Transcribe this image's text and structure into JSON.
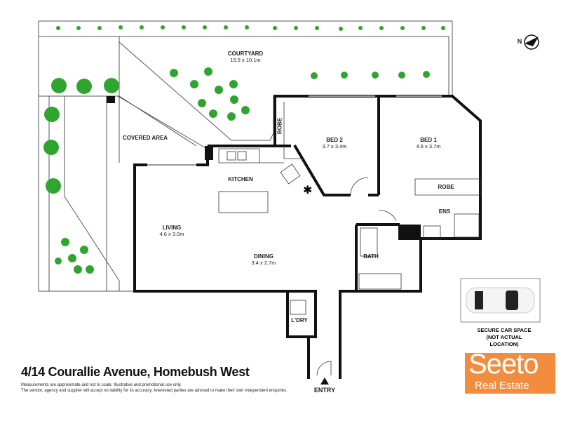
{
  "property": {
    "address": "4/14 Courallie Avenue, Homebush West",
    "disclaimer": [
      "Measurements are approximate and not to scale. Illustrative and promotional use only.",
      "The vendor, agency and supplier will accept no liability for its accuracy. Interested parties are advised to make their own independent enquiries."
    ]
  },
  "rooms": {
    "courtyard": {
      "name": "COURTYARD",
      "dim": "15.5 x 10.1m"
    },
    "covered": {
      "name": "COVERED AREA"
    },
    "kitchen": {
      "name": "KITCHEN"
    },
    "living": {
      "name": "LIVING",
      "dim": "4.6 x 3.0m"
    },
    "dining": {
      "name": "DINING",
      "dim": "3.4 x 2.7m"
    },
    "bed2": {
      "name": "BED 2",
      "dim": "3.7 x 3.4m"
    },
    "bed1": {
      "name": "BED 1",
      "dim": "4.6 x 3.7m"
    },
    "robe1": {
      "name": "ROBE"
    },
    "robe2": {
      "name": "ROBE"
    },
    "ens": {
      "name": "ENS"
    },
    "bath": {
      "name": "BATH"
    },
    "laundry": {
      "name": "L'DRY"
    },
    "entry": {
      "name": "ENTRY"
    }
  },
  "car": {
    "caption1": "SECURE CAR SPACE",
    "caption2": "(NOT ACTUAL LOCATION)"
  },
  "compass": {
    "label": "N"
  },
  "logo": {
    "brand": "Seeto",
    "sub": "Real Estate"
  },
  "colors": {
    "accent": "#f28c3f",
    "tree": "#2fa52f",
    "wall": "#111111"
  }
}
